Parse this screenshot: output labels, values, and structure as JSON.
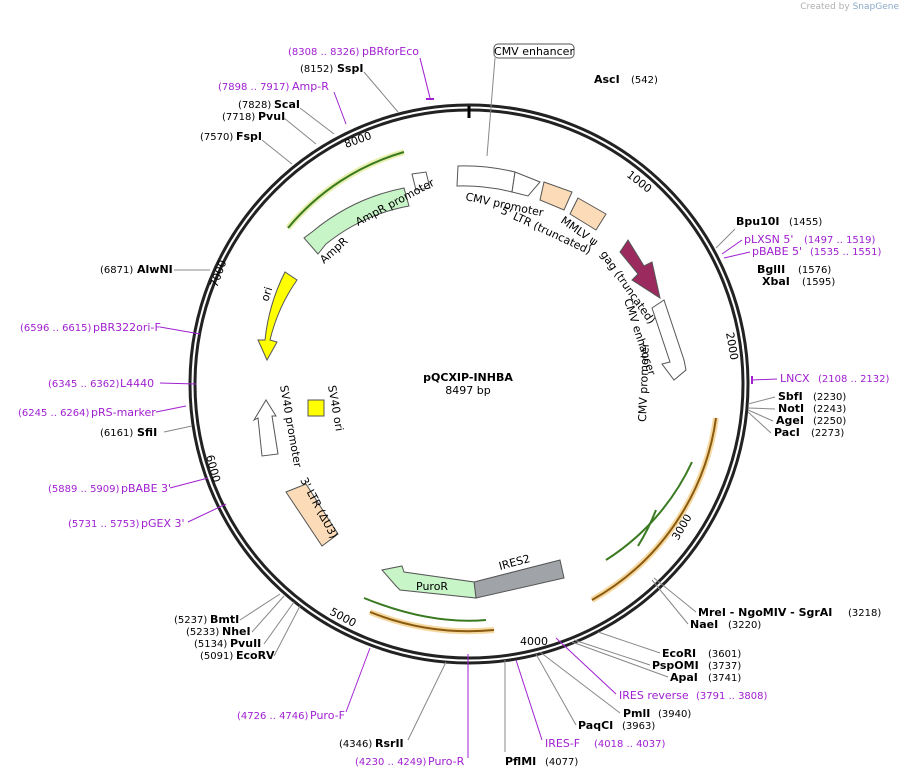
{
  "credit": {
    "prefix": "Created by",
    "brand": "SnapGene"
  },
  "title": "pQCXIP-INHBA",
  "subtitle": "8497 bp",
  "ticks": [
    "1000",
    "2000",
    "3000",
    "4000",
    "5000",
    "6000",
    "7000",
    "8000"
  ],
  "colors": {
    "primer": "#a020d0",
    "enzyme": "#000000",
    "backbone": "#222222"
  },
  "enzymes": [
    {
      "name": "AscI",
      "pos": "(542)"
    },
    {
      "name": "Bpu10I",
      "pos": "(1455)"
    },
    {
      "name": "BglII",
      "pos": "(1576)"
    },
    {
      "name": "XbaI",
      "pos": "(1595)"
    },
    {
      "name": "SbfI",
      "pos": "(2230)"
    },
    {
      "name": "NotI",
      "pos": "(2243)"
    },
    {
      "name": "AgeI",
      "pos": "(2250)"
    },
    {
      "name": "PacI",
      "pos": "(2273)"
    },
    {
      "name": "MreI  - NgoMIV  - SgrAI",
      "pos": "(3218)"
    },
    {
      "name": "NaeI",
      "pos": "(3220)"
    },
    {
      "name": "EcoRI",
      "pos": "(3601)"
    },
    {
      "name": "PspOMI",
      "pos": "(3737)"
    },
    {
      "name": "ApaI",
      "pos": "(3741)"
    },
    {
      "name": "PmlI",
      "pos": "(3940)"
    },
    {
      "name": "PaqCI",
      "pos": "(3963)"
    },
    {
      "name": "PflMI",
      "pos": "(4077)"
    },
    {
      "name": "RsrII",
      "pos": "(4346)"
    },
    {
      "name": "EcoRV",
      "pos": "(5091)"
    },
    {
      "name": "PvuII",
      "pos": "(5134)"
    },
    {
      "name": "NheI",
      "pos": "(5233)"
    },
    {
      "name": "BmtI",
      "pos": "(5237)"
    },
    {
      "name": "SfiI",
      "pos": "(6161)"
    },
    {
      "name": "AlwNI",
      "pos": "(6871)"
    },
    {
      "name": "FspI",
      "pos": "(7570)"
    },
    {
      "name": "PvuI",
      "pos": "(7718)"
    },
    {
      "name": "ScaI",
      "pos": "(7828)"
    },
    {
      "name": "SspI",
      "pos": "(8152)"
    }
  ],
  "primers": [
    {
      "name": "pBRforEco",
      "pos": "(8308 .. 8326)"
    },
    {
      "name": "Amp-R",
      "pos": "(7898 .. 7917)"
    },
    {
      "name": "pLXSN 5'",
      "pos": "(1497 .. 1519)"
    },
    {
      "name": "pBABE 5'",
      "pos": "(1535 .. 1551)"
    },
    {
      "name": "LNCX",
      "pos": "(2108 .. 2132)"
    },
    {
      "name": "IRES reverse",
      "pos": "(3791 .. 3808)"
    },
    {
      "name": "IRES-F",
      "pos": "(4018 .. 4037)"
    },
    {
      "name": "Puro-R",
      "pos": "(4230 .. 4249)"
    },
    {
      "name": "Puro-F",
      "pos": "(4726 .. 4746)"
    },
    {
      "name": "pGEX 3'",
      "pos": "(5731 .. 5753)"
    },
    {
      "name": "pBABE 3'",
      "pos": "(5889 .. 5909)"
    },
    {
      "name": "pRS-marker",
      "pos": "(6245 .. 6264)"
    },
    {
      "name": "L4440",
      "pos": "(6345 .. 6362)"
    },
    {
      "name": "pBR322ori-F",
      "pos": "(6596 .. 6615)"
    }
  ],
  "features": {
    "cmv_enhancer_box": "CMV enhancer",
    "cmv_promoter": "CMV promoter",
    "ltr5": "5' LTR (truncated)",
    "mmlv": "MMLV ψ",
    "gag": "gag (truncated)",
    "cmv_enhancer2": "CMV enhancer",
    "cmv_promoter2": "CMV promoter",
    "ires2": "IRES2",
    "puror": "PuroR",
    "ltr3": "3' LTR (ΔU3)",
    "sv40_promoter": "SV40 promoter",
    "sv40_ori": "SV40 ori",
    "ori": "ori",
    "ampr": "AmpR",
    "ampr_promoter": "AmpR promoter"
  }
}
